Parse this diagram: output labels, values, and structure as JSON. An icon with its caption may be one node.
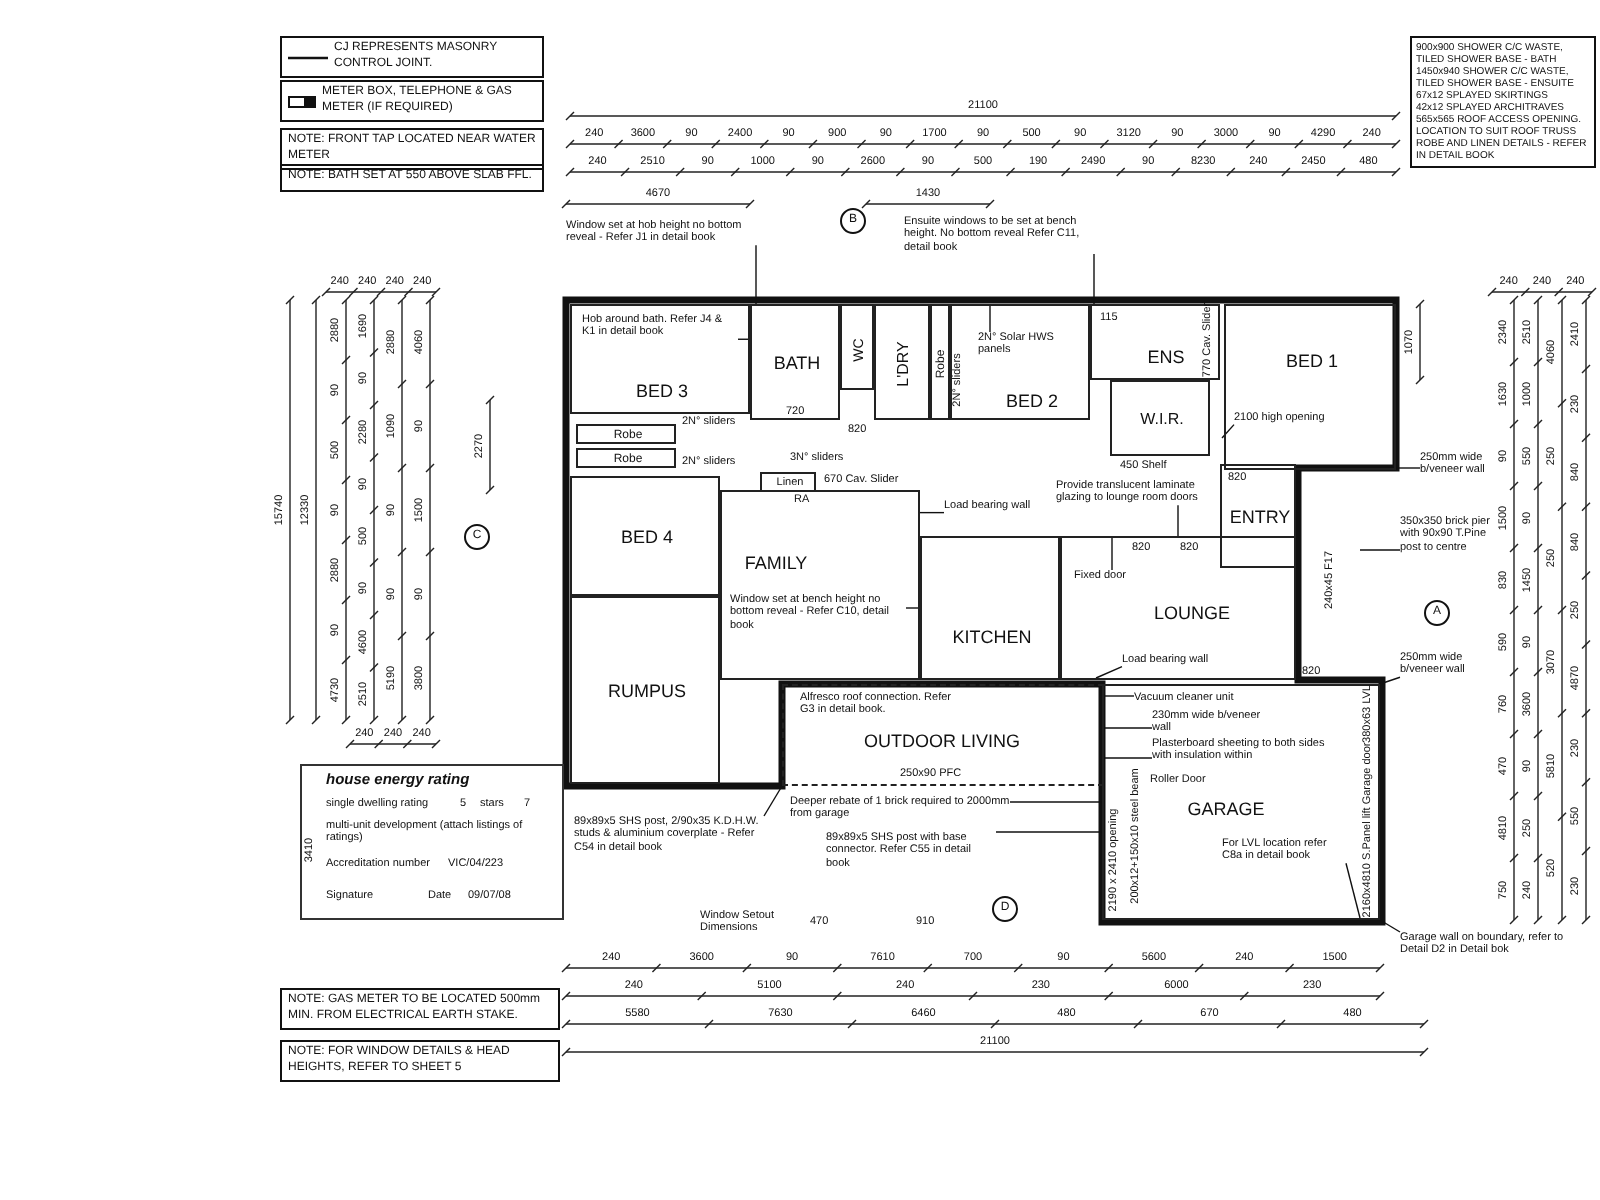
{
  "diagram": {
    "nodes": [
      {
        "text": [
          "BED 3"
        ]
      },
      {
        "text": [
          "BATH"
        ]
      },
      {
        "text": [
          "WC"
        ]
      },
      {
        "text": [
          "L'DRY"
        ]
      },
      {
        "text": [
          "Robe"
        ]
      },
      {
        "text": [
          "BED 2"
        ]
      },
      {
        "text": [
          "ENS"
        ]
      },
      {
        "text": [
          "BED 1"
        ]
      },
      {
        "text": [
          "W.I.R."
        ]
      },
      {
        "text": [
          "Robe"
        ]
      },
      {
        "text": [
          "Robe"
        ]
      },
      {
        "text": [
          "Linen"
        ]
      },
      {
        "text": [
          "ENTRY"
        ]
      },
      {
        "text": [
          "BED 4"
        ]
      },
      {
        "text": [
          "FAMILY"
        ]
      },
      {
        "text": [
          "KITCHEN"
        ]
      },
      {
        "text": [
          "LOUNGE"
        ]
      },
      {
        "text": [
          "RUMPUS"
        ]
      },
      {
        "text": [
          "OUTDOOR LIVING"
        ]
      },
      {
        "text": [
          "GARAGE"
        ]
      },
      {
        "text": [
          "Window set at hob height no bottom reveal - Refer J1 in detail book"
        ]
      },
      {
        "text": [
          "Hob around bath. Refer J4 & K1 in detail book"
        ],
        "in": 0
      },
      {
        "text": [
          "Ensuite windows to be set at bench height. No bottom reveal Refer C11, detail book"
        ]
      },
      {
        "text": [
          "2N° Solar HWS panels"
        ],
        "in": 5
      },
      {
        "text": [
          "Load bearing wall"
        ]
      },
      {
        "text": [
          "Provide translucent laminate glazing to lounge room doors"
        ]
      },
      {
        "text": [
          "2100 high opening"
        ],
        "in": 7
      },
      {
        "text": [
          "250mm wide b/veneer wall"
        ]
      },
      {
        "text": [
          "350x350 brick pier with 90x90 T.Pine post to centre"
        ]
      },
      {
        "text": [
          "Window set at bench height no bottom reveal - Refer C10, detail book"
        ],
        "in": 14
      },
      {
        "text": [
          "Fixed door"
        ],
        "in": 16
      },
      {
        "text": [
          "Load bearing wall"
        ],
        "in": 16
      },
      {
        "text": [
          "250mm wide b/veneer wall"
        ]
      },
      {
        "text": [
          "Vacuum cleaner unit"
        ],
        "in": 19
      },
      {
        "text": [
          "230mm wide b/veneer wall"
        ],
        "in": 19
      },
      {
        "text": [
          "Plasterboard sheeting to both sides with insulation within"
        ],
        "in": 19
      },
      {
        "text": [
          "Deeper rebate of 1 brick required to 2000mm from garage"
        ]
      },
      {
        "text": [
          "89x89x5 SHS post with base connector. Refer C55 in detail book"
        ]
      },
      {
        "text": [
          "89x89x5 SHS post, 2/90x35 K.D.H.W. studs & aluminium coverplate - Refer C54 in detail book"
        ]
      },
      {
        "text": [
          "For LVL location refer C8a in detail book"
        ],
        "in": 19
      },
      {
        "text": [
          "Garage wall on boundary, refer to Detail D2 in Detail bok"
        ]
      }
    ],
    "edges": [
      {
        "from": 20,
        "to": 1,
        "arrow": "none"
      },
      {
        "from": 21,
        "to": 1,
        "arrow": "none"
      },
      {
        "from": 22,
        "to": 6,
        "arrow": "none"
      },
      {
        "from": 23,
        "to": 5,
        "arrow": "none"
      },
      {
        "from": 24,
        "to": 14,
        "arrow": "none"
      },
      {
        "from": 25,
        "to": 16,
        "arrow": "none"
      },
      {
        "from": 26,
        "to": null,
        "arrow": "none"
      },
      {
        "from": 27,
        "to": null,
        "arrow": "none"
      },
      {
        "from": 28,
        "to": null,
        "arrow": "none"
      },
      {
        "from": 29,
        "to": 15,
        "arrow": "none"
      },
      {
        "from": 30,
        "to": 16,
        "arrow": "none"
      },
      {
        "from": 31,
        "to": 16,
        "arrow": "none"
      },
      {
        "from": 32,
        "to": 19,
        "arrow": "none"
      },
      {
        "from": 33,
        "to": 19,
        "arrow": "none"
      },
      {
        "from": 34,
        "to": 19,
        "arrow": "none"
      },
      {
        "from": 35,
        "to": 19,
        "arrow": "none"
      },
      {
        "from": 36,
        "to": 19,
        "arrow": "none"
      },
      {
        "from": 37,
        "to": 19,
        "arrow": "none"
      },
      {
        "from": 38,
        "to": 18,
        "arrow": "none"
      },
      {
        "from": 39,
        "to": 19,
        "arrow": "none"
      },
      {
        "from": 40,
        "to": 19,
        "arrow": "none"
      }
    ],
    "labels": [
      "NOTE: FRONT TAP LOCATED NEAR WATER METER",
      "NOTE: BATH SET AT 550 ABOVE SLAB FFL.",
      "900x900 SHOWER C/C WASTE, TILED SHOWER BASE - BATH",
      "1450x940 SHOWER C/C WASTE, TILED SHOWER BASE - ENSUITE",
      "67x12 SPLAYED SKIRTINGS",
      "42x12 SPLAYED ARCHITRAVES",
      "565x565 ROOF ACCESS OPENING. LOCATION TO SUIT ROOF TRUSS",
      "ROBE AND LINEN DETAILS - REFER IN DETAIL BOOK",
      "21100",
      "240",
      "3600",
      "90",
      "2400",
      "90",
      "900",
      "90",
      "1700",
      "90",
      "500",
      "90",
      "3120",
      "90",
      "3000",
      "90",
      "4290",
      "240",
      "240",
      "2510",
      "90",
      "1000",
      "90",
      "2600",
      "90",
      "500",
      "190",
      "2490",
      "90",
      "8230",
      "240",
      "2450",
      "480",
      "4670",
      "1430",
      "240",
      "240",
      "240",
      "240",
      "15740",
      "12330",
      "2880",
      "90",
      "500",
      "90",
      "2880",
      "90",
      "4730",
      "1690",
      "90",
      "2280",
      "90",
      "500",
      "90",
      "4600",
      "2510",
      "2880",
      "1090",
      "90",
      "90",
      "5190",
      "4060",
      "90",
      "1500",
      "90",
      "3800",
      "240",
      "240",
      "240",
      "2270",
      "240",
      "240",
      "240",
      "1070",
      "2340",
      "1630",
      "90",
      "1500",
      "830",
      "590",
      "760",
      "470",
      "4810",
      "750",
      "2510",
      "1000",
      "550",
      "90",
      "1450",
      "90",
      "3600",
      "90",
      "250",
      "240",
      "4060",
      "250",
      "250",
      "3070",
      "5810",
      "520",
      "2410",
      "230",
      "840",
      "840",
      "250",
      "4870",
      "230",
      "550",
      "230",
      "240",
      "3600",
      "90",
      "7610",
      "700",
      "90",
      "5600",
      "240",
      "1500",
      "240",
      "5100",
      "240",
      "230",
      "6000",
      "230",
      "5580",
      "7630",
      "6460",
      "480",
      "670",
      "480",
      "21100",
      "3410",
      "Window Setout Dimensions",
      "470",
      "910",
      "house energy rating",
      "single dwelling rating",
      "5",
      "stars",
      "7",
      "multi-unit development (attach listings of ratings)",
      "Accreditation number",
      "VIC/04/223",
      "Signature",
      "Date",
      "09/07/08",
      "NOTE: GAS METER TO BE LOCATED 500mm MIN. FROM ELECTRICAL EARTH STAKE.",
      "NOTE: FOR WINDOW DETAILS & HEAD HEIGHTS, REFER TO SHEET 5",
      "B",
      "C",
      "D",
      "A",
      "2N° sliders",
      "2N° sliders",
      "2N° sliders",
      "3N° sliders",
      "720",
      "820",
      "670 Cav. Slider",
      "450 Shelf",
      "770 Cav. Slider",
      "115",
      "RA",
      "820",
      "820",
      "820",
      "820",
      "240x45 F17",
      "250x90 PFC",
      "Alfresco roof connection. Refer G3 in detail book.",
      "Roller Door",
      "2190 x 2410 opening",
      "200x12+150x10 steel beam",
      "380x63 LVL",
      "2160x4810 S.Panel lift Garage door"
    ],
    "legend": [
      {
        "text": "CJ REPRESENTS MASONRY CONTROL JOINT."
      },
      {
        "text": "METER BOX, TELEPHONE & GAS METER (IF REQUIRED)"
      }
    ]
  }
}
